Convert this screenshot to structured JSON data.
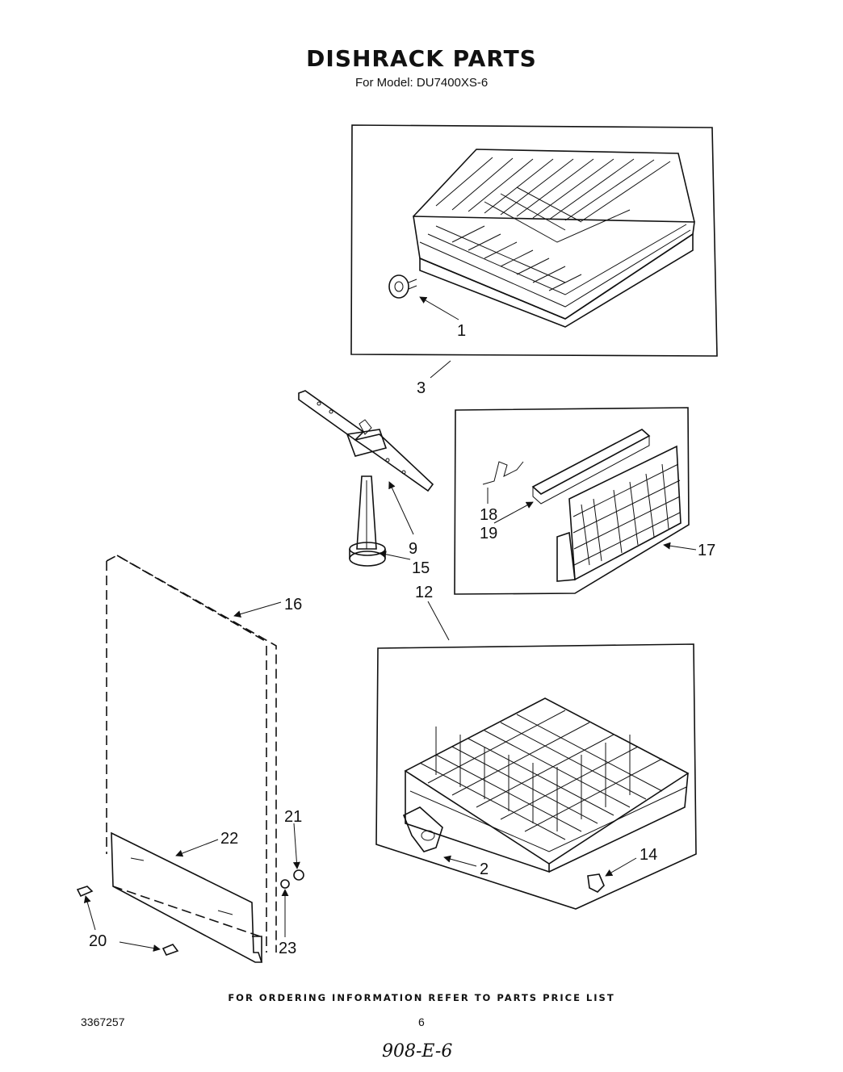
{
  "title": "DISHRACK PARTS",
  "subtitle": "For Model: DU7400XS-6",
  "footer_note": "FOR ORDERING INFORMATION REFER TO PARTS PRICE LIST",
  "document_number": "3367257",
  "page_number": "6",
  "handwritten_note": "908-E-6",
  "callouts": {
    "c1": "1",
    "c2": "2",
    "c3": "3",
    "c9": "9",
    "c12": "12",
    "c14": "14",
    "c15": "15",
    "c16": "16",
    "c17": "17",
    "c18": "18",
    "c19": "19",
    "c20": "20",
    "c21": "21",
    "c22": "22",
    "c23": "23"
  }
}
